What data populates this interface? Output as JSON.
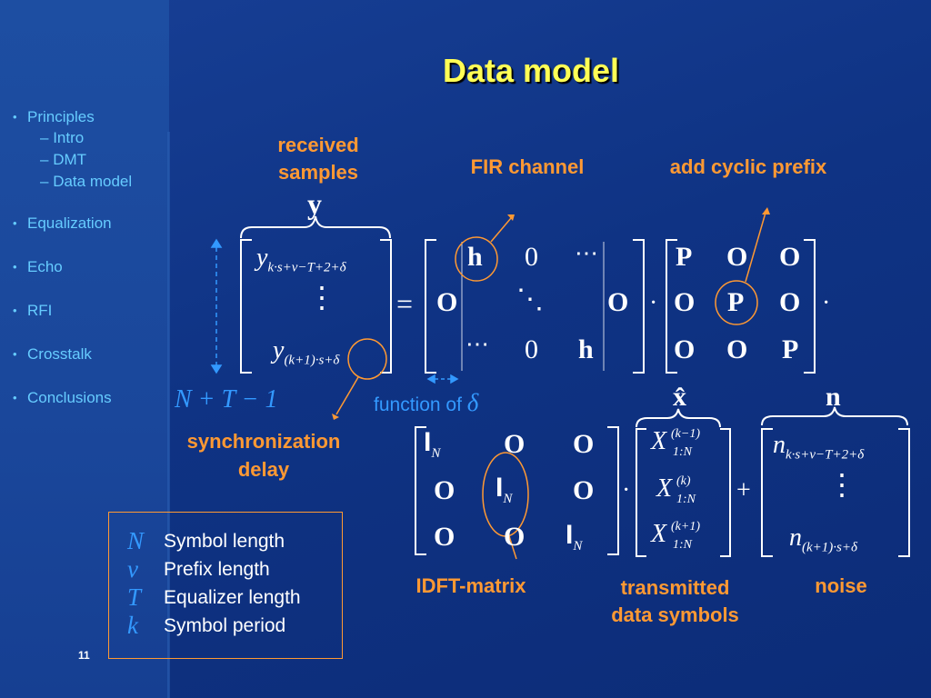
{
  "slide": {
    "title": "Data model",
    "page_number": "11"
  },
  "sidebar": {
    "items": [
      {
        "label": "Principles"
      },
      {
        "label": "Equalization"
      },
      {
        "label": "Echo"
      },
      {
        "label": "RFI"
      },
      {
        "label": "Crosstalk"
      },
      {
        "label": "Conclusions"
      }
    ],
    "sub_items": [
      {
        "label": "Intro"
      },
      {
        "label": "DMT"
      },
      {
        "label": "Data model"
      }
    ],
    "bullet": "•",
    "dash": "–"
  },
  "annotations": {
    "received_samples_line1": "received",
    "received_samples_line2": "samples",
    "fir_channel": "FIR channel",
    "add_cyclic_prefix": "add cyclic prefix",
    "sync_line1": "synchronization",
    "sync_line2": "delay",
    "function_of": "function of",
    "idft_matrix": "IDFT-matrix",
    "transmitted_line1": "transmitted",
    "transmitted_line2": "data symbols",
    "noise": "noise"
  },
  "math": {
    "y_label": "y",
    "y_top": "y",
    "y_top_sub": "k·s+ν−T+2+δ",
    "y_bottom": "y",
    "y_bottom_sub": "(k+1)·s+δ",
    "vdots": "⋮",
    "equals": "=",
    "h": "h",
    "zero": "0",
    "hdots": "⋯",
    "ddots": "⋱",
    "O": "O",
    "P": "P",
    "cdot": "·",
    "plus": "+",
    "delta": "δ",
    "length_expr": "N + T − 1",
    "x_hat": "x̂",
    "n_label": "n",
    "I": "I",
    "N": "N",
    "X": "X",
    "X_sup_1": "(k−1)",
    "X_sup_2": "(k)",
    "X_sup_3": "(k+1)",
    "X_sub": "1:N",
    "n_top": "n",
    "n_top_sub": "k·s+ν−T+2+δ",
    "n_bottom": "n",
    "n_bottom_sub": "(k+1)·s+δ"
  },
  "legend": {
    "items": [
      {
        "symbol": "N",
        "text": "Symbol length"
      },
      {
        "symbol": "ν",
        "text": "Prefix length"
      },
      {
        "symbol": "T",
        "text": "Equalizer length"
      },
      {
        "symbol": "k",
        "text": "Symbol period"
      }
    ]
  },
  "colors": {
    "title": "#ffff55",
    "annotation": "#ff9933",
    "sidebar_text": "#66ccff",
    "math_symbol": "#3399ff"
  }
}
